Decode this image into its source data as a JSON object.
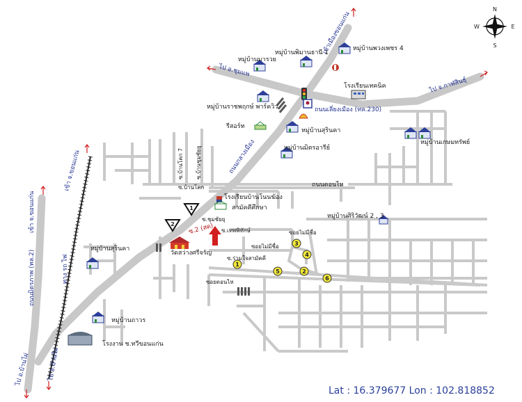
{
  "colors": {
    "main_road": "#c8c8c8",
    "sub_road": "#c9c9c9",
    "label_blue": "#1f2f8f",
    "label_red": "#b01818",
    "marker": "#f2e83a",
    "arrow": "#d21f1f"
  },
  "compass": {
    "n": "N",
    "s": "S",
    "e": "E",
    "w": "W"
  },
  "coordinates": "Lat : 16.379677 Lon : 102.818852",
  "roads": {
    "top_road": "เข้าเมืองขอนแก่น",
    "to_chumphae": "ไป อ.ชุมแพ",
    "to_kalasin": "ไป จ.กาฬสินธุ์",
    "muang_bypass": "ถนนเลี่ยงเมือง (ทล.230)",
    "klang_muang": "ถนนกลางเมือง",
    "don_nai": "ถนนดอนไห",
    "mittraphap": "ถนนมิตรภาพ (ทล.2)",
    "to_khonkaen_left": "เข้า จ.ขอนแก่น",
    "to_ban_phai_left": "ไป อ.บ้านไผ่",
    "to_ban_phai": "ไป อ.บ้านไผ่",
    "railway": "ทาง รถ ไฟ",
    "to_khonkaen_rail": "เข้า จ.ขอนแก่น",
    "soi_7": "ซ.บ้านโคก 7",
    "soi_chum": "ซ.บ้านชุมชัยยุ",
    "soi_nonkok": "ซ.บ้านโคก",
    "soi_thephaphithak": "ซ.เทพพิทักษ์",
    "soi_chumphuthong": "ซ.ชุมชัยยุ",
    "soi_ruam": "ซ.ร่วมใจสามัคคี",
    "soi_no_name_1": "ซอยไม่มีชื่อ",
    "soi_no_name_2": "ซอยไม่มีชื่อ",
    "soi_don_nai": "ซอยดอนไห"
  },
  "places": {
    "mu_ban_mana": "หมู่บ้านมารวย",
    "mu_ban_phiman": "หมู่บ้านพิมานธานี 1",
    "mu_ban_puangphet": "หมู่บ้านพวงเพชร 4",
    "mu_ban_rachaphruek": "หมู่บ้านราชพฤกษ์ พาร์ควิว",
    "technical_school": "โรงเรียนเทคนิค",
    "resort": "รีสอร์ท",
    "mu_ban_surin": "หมู่บ้านสุรินคา",
    "mu_ban_mittaraya": "หมู่บ้านมิตรอารีย์",
    "mu_ban_kasem": "หมู่บ้านเกษมทรัพย์",
    "school_ban_nonkong": "โรงเรียนบ้านโนนฆ้อง",
    "samakkhi_school": "สามัคคีศึกษา",
    "mu_ban_siriwat": "หมู่บ้านศิริวัฒน์ 2 , 3",
    "mu_ban_surin_left": "หมู่บ้านสุรินคา",
    "mu_ban_thawon": "หมู่บ้านถาวร",
    "factory": "โรงงาน ช.ทวีขอนแก่น",
    "temple": "วัดสว่างศรีจรัญ",
    "signpost": "ซ.2 (สด)"
  },
  "markers": [
    "1",
    "2",
    "3",
    "4",
    "5",
    "6"
  ],
  "triangles": [
    "1",
    "2"
  ]
}
